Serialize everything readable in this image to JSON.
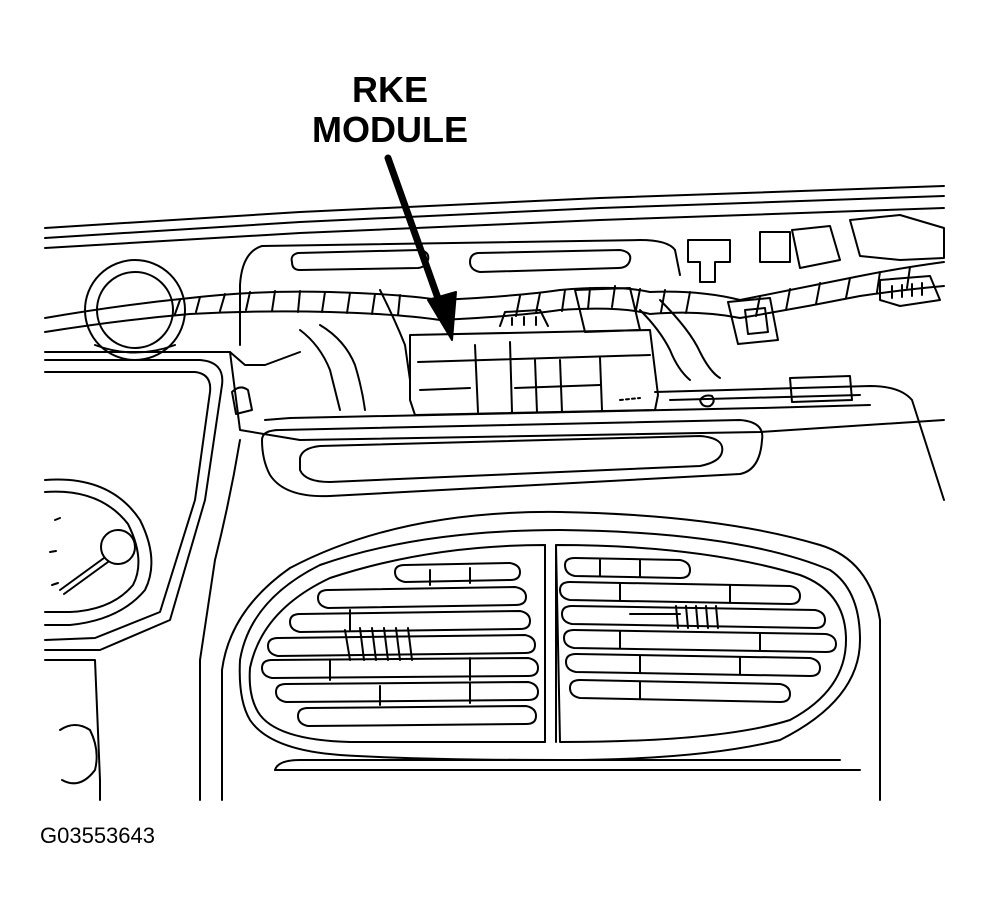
{
  "callout": {
    "line1": "RKE",
    "line2": "MODULE"
  },
  "figure_code": "G03553643",
  "colors": {
    "ink": "#000000",
    "paper": "#ffffff"
  }
}
